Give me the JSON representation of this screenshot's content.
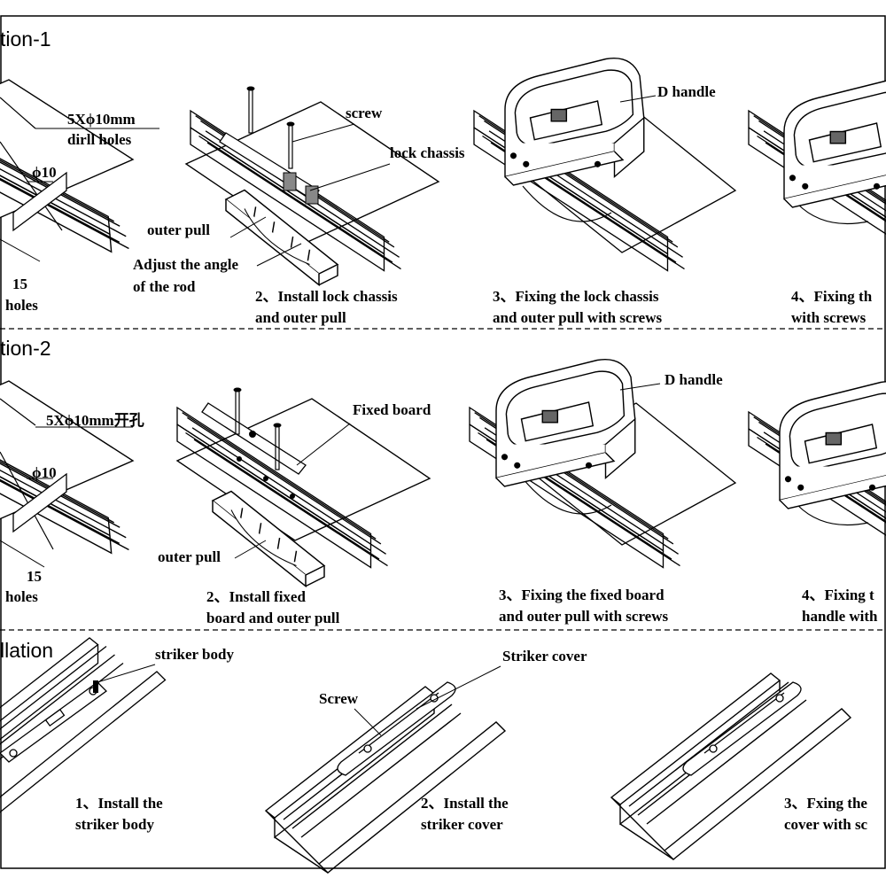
{
  "sections": {
    "s1": "tion-1",
    "s2": "tion-2",
    "s3": "llation"
  },
  "row1": {
    "p1": {
      "drill": "5Xϕ10mm",
      "drill2": "dirll holes",
      "phi": "ϕ10",
      "dim": "15",
      "cap": "holes"
    },
    "p2": {
      "screw": "screw",
      "chassis": "lock chassis",
      "pull": "outer pull",
      "angle1": "Adjust the angle",
      "angle2": "of the rod",
      "cap1": "2、Install lock chassis",
      "cap2": "and outer pull"
    },
    "p3": {
      "handle": "D handle",
      "cap1": "3、Fixing the lock chassis",
      "cap2": "and outer pull with screws"
    },
    "p4": {
      "cap1": "4、Fixing th",
      "cap2": "with screws"
    }
  },
  "row2": {
    "p1": {
      "drill": "5Xϕ10mm开孔",
      "phi": "ϕ10",
      "dim": "15",
      "cap": "holes"
    },
    "p2": {
      "board": "Fixed board",
      "pull": "outer pull",
      "cap1": "2、Install fixed",
      "cap2": "board and outer pull"
    },
    "p3": {
      "handle": "D handle",
      "cap1": "3、Fixing the fixed board",
      "cap2": "and outer pull with screws"
    },
    "p4": {
      "cap1": "4、Fixing t",
      "cap2": "handle with"
    }
  },
  "row3": {
    "p1": {
      "striker": "striker body",
      "cap1": "1、Install the",
      "cap2": "striker body"
    },
    "p2": {
      "screw": "Screw",
      "cover": "Striker cover",
      "cap1": "2、Install the",
      "cap2": "striker cover"
    },
    "p3": {
      "cap1": "3、Fxing the",
      "cap2": "cover with sc"
    }
  }
}
